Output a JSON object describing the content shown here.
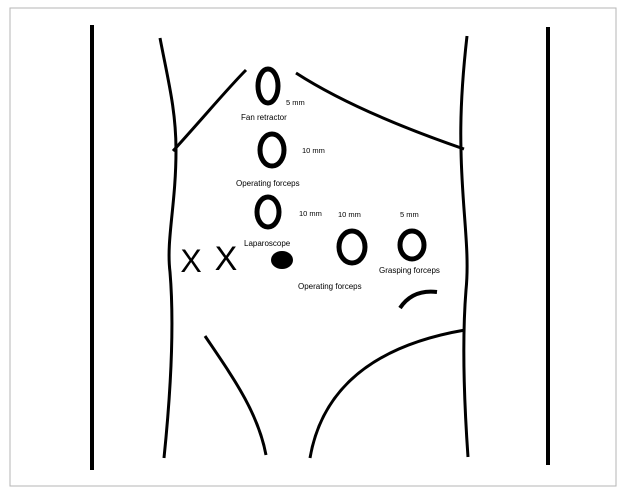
{
  "ports": {
    "fan_retractor": {
      "size": "5 mm",
      "label": "Fan retractor"
    },
    "upper_operating": {
      "size": "10 mm",
      "label": "Operating forceps"
    },
    "laparoscope": {
      "size": "10 mm",
      "label": "Laparoscope"
    },
    "lower_operating": {
      "size": "10 mm",
      "label": "Operating forceps"
    },
    "grasping": {
      "size": "5 mm",
      "label": "Grasping forceps"
    }
  },
  "marks": {
    "x_marks": [
      "X",
      "X"
    ]
  }
}
